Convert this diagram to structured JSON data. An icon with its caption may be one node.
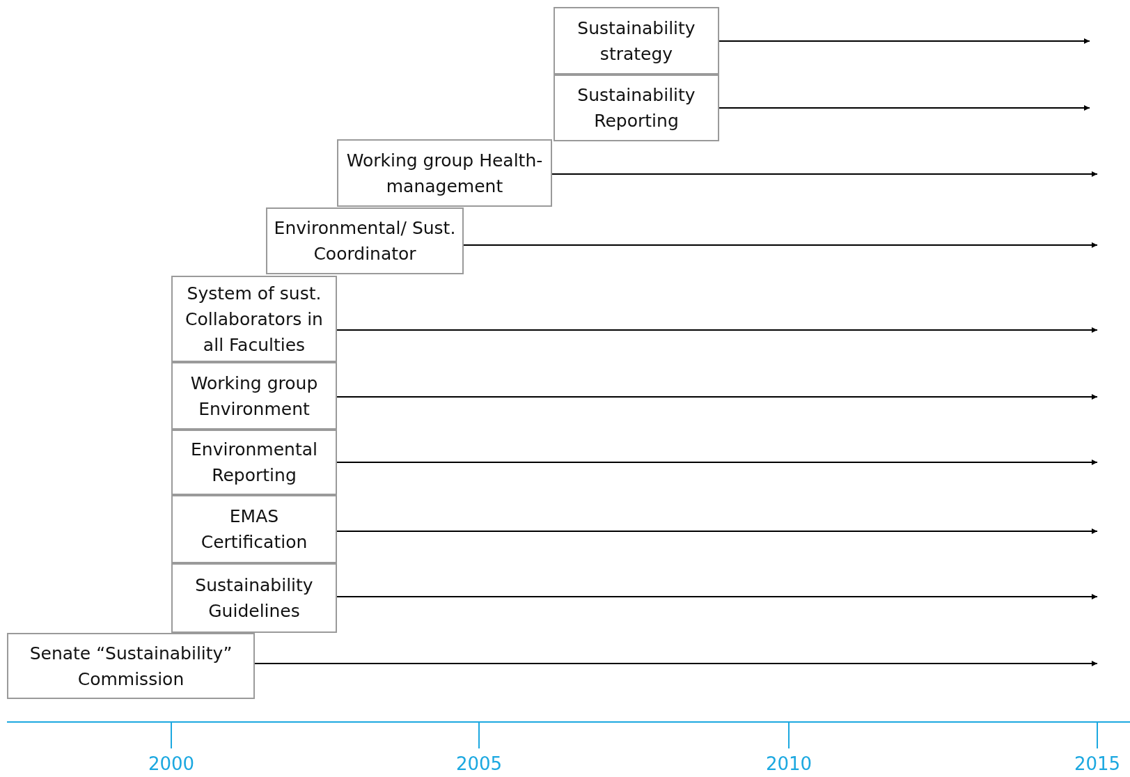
{
  "diagram": {
    "nodes": [
      {
        "text": [
          "Sustainability strategy"
        ]
      },
      {
        "text": [
          "Sustainability Reporting"
        ]
      },
      {
        "text": [
          "Working group Health-management"
        ]
      },
      {
        "text": [
          "Environmental/ Sust. Coordinator"
        ]
      },
      {
        "text": [
          "System of sust. Collaborators in all Faculties"
        ]
      },
      {
        "text": [
          "Working group Environment"
        ]
      },
      {
        "text": [
          "Environmental Reporting"
        ]
      },
      {
        "text": [
          "EMAS Certification"
        ]
      },
      {
        "text": [
          "Sustainability Guidelines"
        ]
      },
      {
        "text": [
          "Senate “Sustainability” Commission"
        ]
      }
    ],
    "edges": [
      {
        "from": 0,
        "to": null,
        "arrow": "to"
      },
      {
        "from": 1,
        "to": null,
        "arrow": "to"
      },
      {
        "from": 2,
        "to": null,
        "arrow": "to"
      },
      {
        "from": 3,
        "to": null,
        "arrow": "to"
      },
      {
        "from": 4,
        "to": null,
        "arrow": "to"
      },
      {
        "from": 5,
        "to": null,
        "arrow": "to"
      },
      {
        "from": 6,
        "to": null,
        "arrow": "to"
      },
      {
        "from": 7,
        "to": null,
        "arrow": "to"
      },
      {
        "from": 8,
        "to": null,
        "arrow": "to"
      },
      {
        "from": 9,
        "to": null,
        "arrow": "to"
      }
    ],
    "labels": [
      "2000",
      "2005",
      "2010",
      "2015"
    ]
  }
}
